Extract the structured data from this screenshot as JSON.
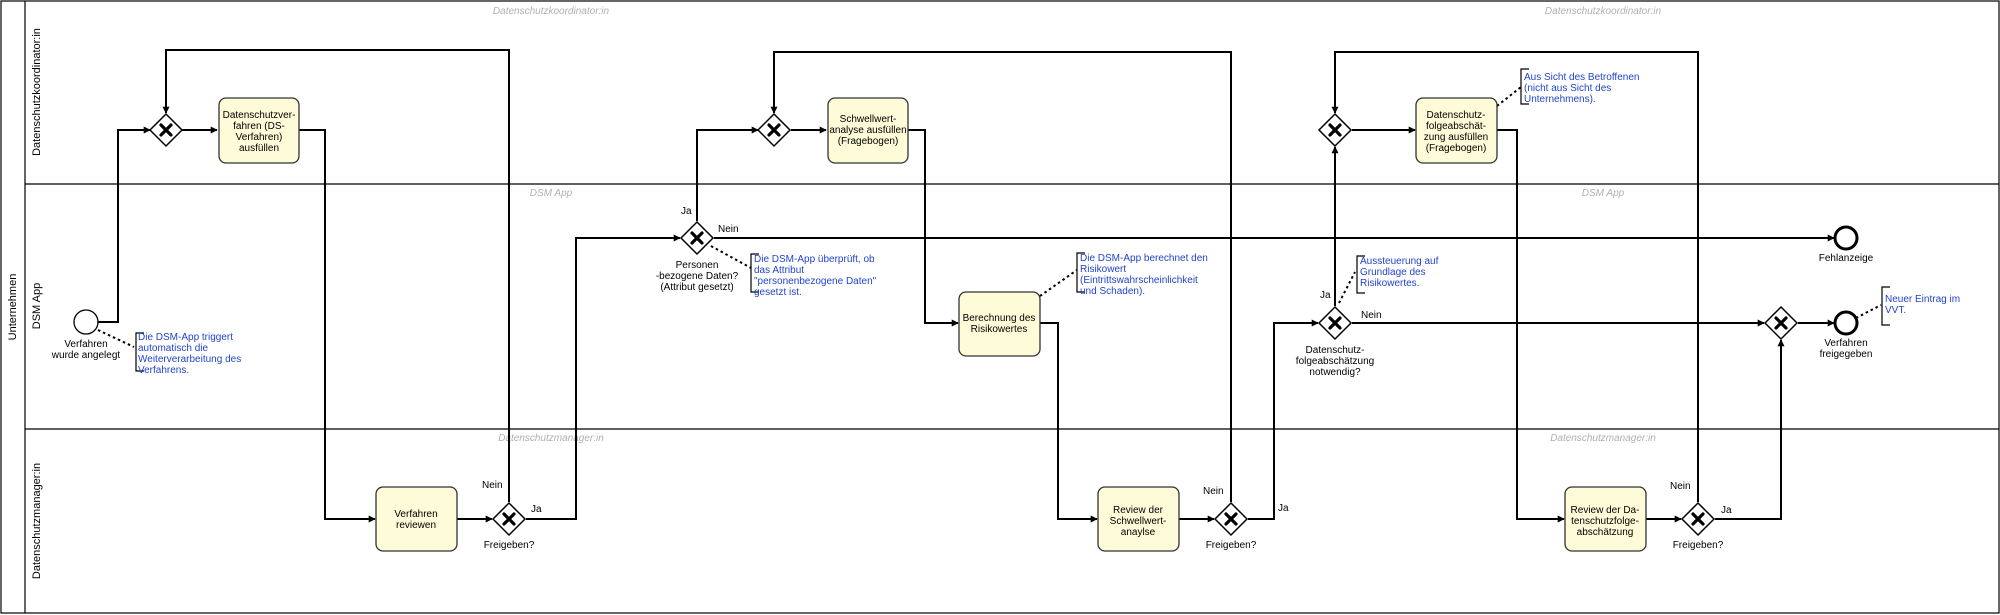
{
  "pool": {
    "label": "Unternehmen"
  },
  "lanes": [
    {
      "id": "dsk",
      "label": "Datenschutzkoordinator:in",
      "watermarks": [
        "Datenschutzkoordinator:in",
        "Datenschutzkoordinator:in"
      ]
    },
    {
      "id": "app",
      "label": "DSM App",
      "watermarks": [
        "DSM App",
        "DSM App"
      ]
    },
    {
      "id": "dsm",
      "label": "Datenschutzmanager:in",
      "watermarks": [
        "Datenschutzmanager:in",
        "Datenschutzmanager:in"
      ]
    }
  ],
  "events": {
    "start": {
      "label": [
        "Verfahren",
        "wurde angelegt"
      ]
    },
    "end_error": {
      "label": [
        "Fehlanzeige"
      ]
    },
    "end_ok": {
      "label": [
        "Verfahren",
        "freigegeben"
      ]
    }
  },
  "tasks": {
    "ds_ausfuellen": {
      "label": [
        "Datenschutzver-",
        "fahren (DS-",
        "Verfahren)",
        "ausfüllen"
      ]
    },
    "verfahren_review": {
      "label": [
        "Verfahren",
        "reviewen"
      ]
    },
    "schwellwert_ausfuellen": {
      "label": [
        "Schwellwert-",
        "analyse ausfüllen",
        "(Fragebogen)"
      ]
    },
    "risiko": {
      "label": [
        "Berechnung des",
        "Risikowertes"
      ]
    },
    "review_schwellwert": {
      "label": [
        "Review der",
        "Schwellwert-",
        "anaylse"
      ]
    },
    "dsfa_ausfuellen": {
      "label": [
        "Datenschutz-",
        "folgeabschät-",
        "zung ausfüllen",
        "(Fragebogen)"
      ]
    },
    "review_dsfa": {
      "label": [
        "Review der Da-",
        "tenschutzfolge-",
        "abschätzung"
      ]
    }
  },
  "gateways": {
    "g_freigeben1": {
      "label": [
        "Freigeben?"
      ]
    },
    "g_personen": {
      "label": [
        "Personen",
        "-bezogene Daten?",
        "(Attribut gesetzt)"
      ]
    },
    "g_freigeben2": {
      "label": [
        "Freigeben?"
      ]
    },
    "g_dsfa_notwendig": {
      "label": [
        "Datenschutz-",
        "folgeabschätzung",
        "notwendig?"
      ]
    },
    "g_freigeben3": {
      "label": [
        "Freigeben?"
      ]
    }
  },
  "flow_labels": {
    "nein": "Nein",
    "ja": "Ja"
  },
  "annotations": {
    "a_trigger": {
      "lines": [
        "Die DSM-App triggert",
        "automatisch die",
        "Weiterverarbeitung des",
        "Verfahrens."
      ]
    },
    "a_check": {
      "lines": [
        "Die DSM-App überprüft, ob",
        "das Attribut",
        "\"personenbezogene Daten\"",
        "gesetzt ist."
      ]
    },
    "a_risiko": {
      "lines": [
        "Die DSM-App berechnet den",
        "Risikowert",
        "(Eintrittswahrscheinlichkeit",
        "und Schaden)."
      ]
    },
    "a_aussteuerung": {
      "lines": [
        "Aussteuerung auf",
        "Grundlage des",
        "Risikowertes."
      ]
    },
    "a_betroffene": {
      "lines": [
        "Aus Sicht des Betroffenen",
        "(nicht aus Sicht des",
        "Unternehmens)."
      ]
    },
    "a_vvt": {
      "lines": [
        "Neuer Eintrag im",
        "VVT."
      ]
    }
  },
  "colors": {
    "task_fill": "#fefbd8",
    "annotation_text": "#2244cc",
    "watermark": "#b0b0b0"
  }
}
